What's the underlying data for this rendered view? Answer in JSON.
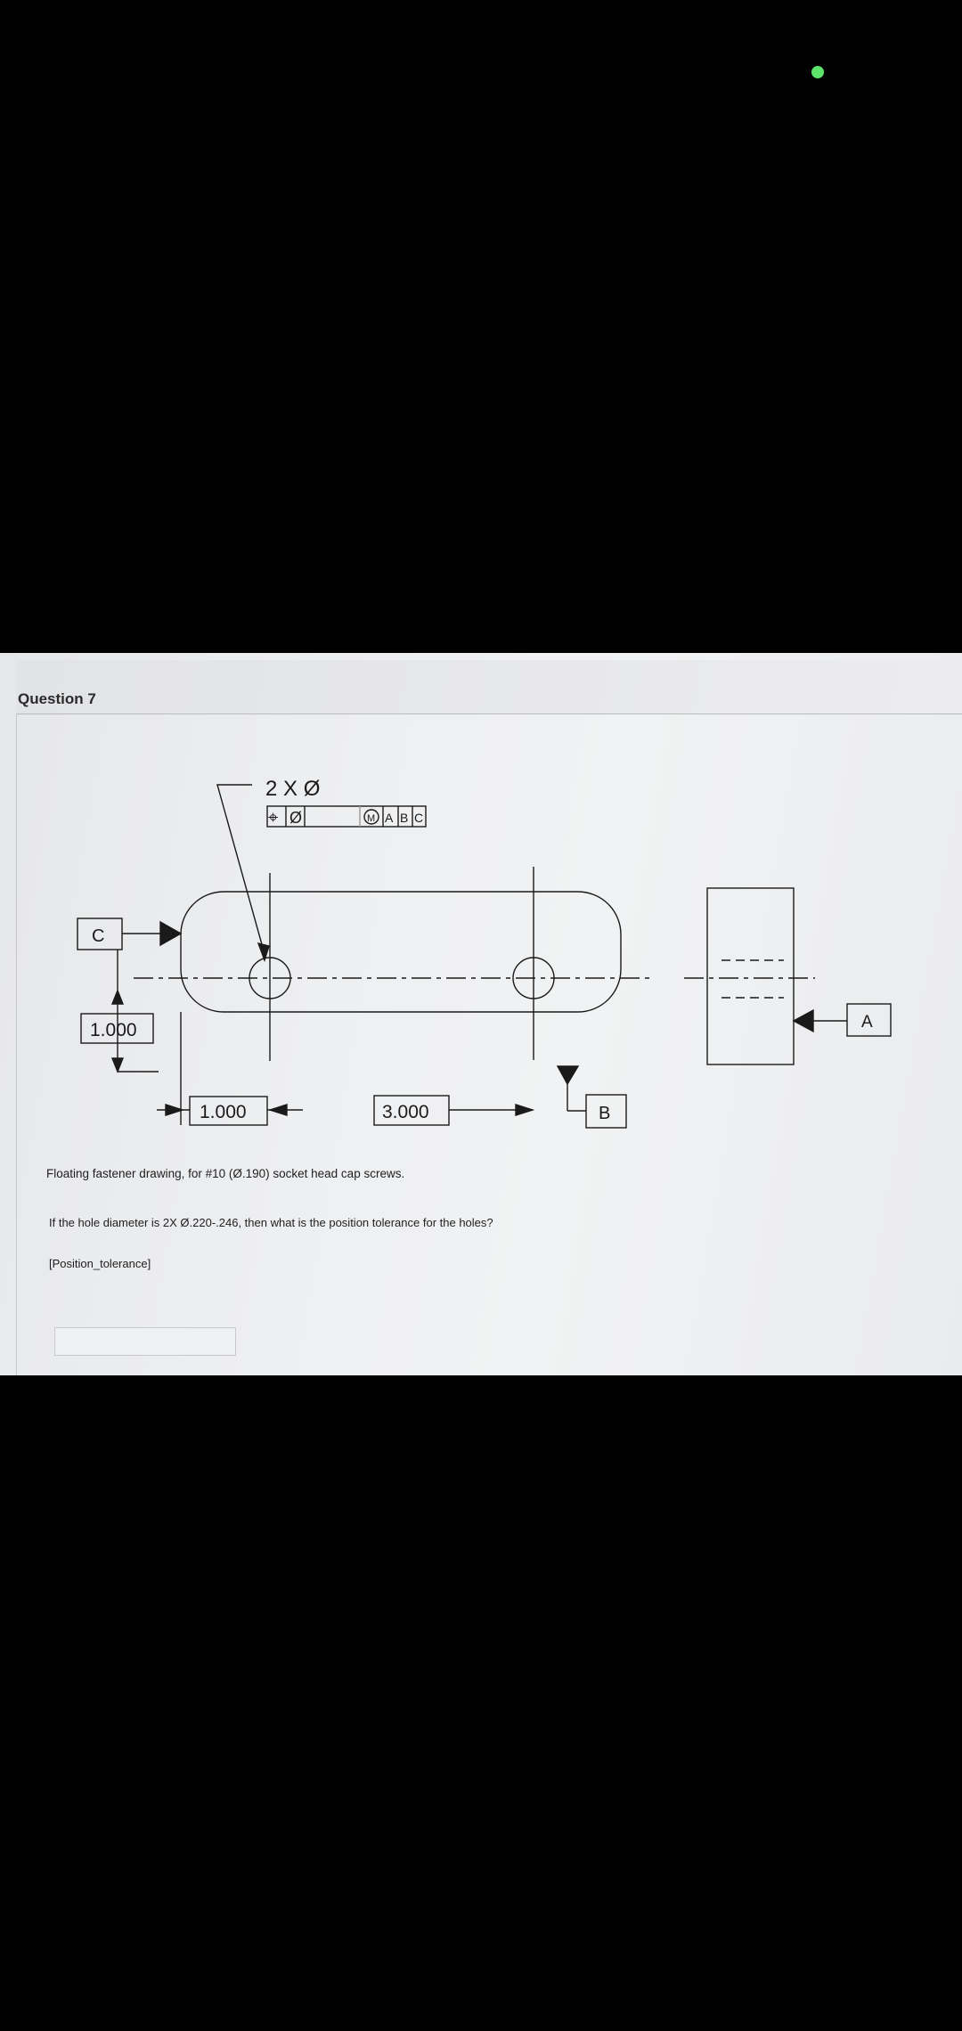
{
  "question": {
    "title": "Question 7",
    "caption": "Floating fastener drawing, for #10 (Ø.190) socket head cap screws.",
    "prompt": "If the hole diameter is 2X Ø.220-.246, then what is the position tolerance for the holes?",
    "placeholder_tag": "[Position_tolerance]",
    "answer_value": ""
  },
  "drawing": {
    "hole_note": "2 X Ø",
    "fcf": {
      "symbol": "⌖",
      "diameter": "Ø",
      "modifier": "M",
      "datums": [
        "A",
        "B",
        "C"
      ]
    },
    "datum_labels": {
      "c": "C",
      "a": "A",
      "b": "B"
    },
    "dimensions": {
      "c_to_hole_vertical": "1.000",
      "b_to_hole_horizontal": "1.000",
      "hole_spacing": "3.000"
    }
  },
  "colors": {
    "status_dot": "#5ee36a",
    "paper": "#eeeff1",
    "ink": "#1a1a1a"
  }
}
